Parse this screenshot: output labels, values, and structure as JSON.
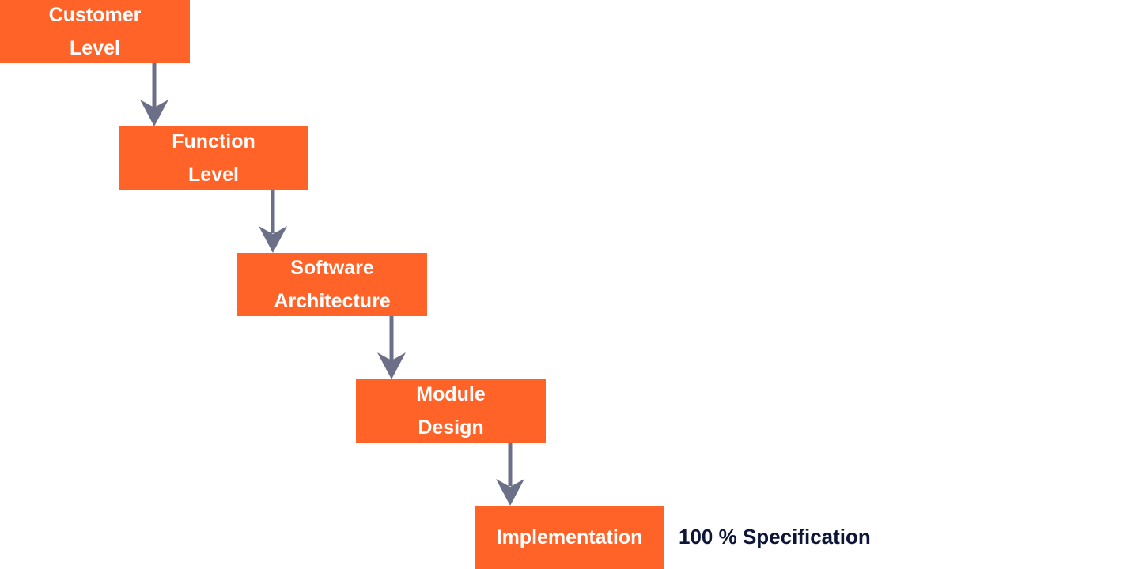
{
  "steps": [
    {
      "lines": [
        "Customer",
        "Level"
      ]
    },
    {
      "lines": [
        "Function",
        "Level"
      ]
    },
    {
      "lines": [
        "Software",
        "Architecture"
      ]
    },
    {
      "lines": [
        "Module",
        "Design"
      ]
    },
    {
      "lines": [
        "Implementation"
      ]
    }
  ],
  "note": "100 % Specification",
  "colors": {
    "box": "#ff6328",
    "arrow": "#6b7088",
    "note": "#0d1538"
  }
}
